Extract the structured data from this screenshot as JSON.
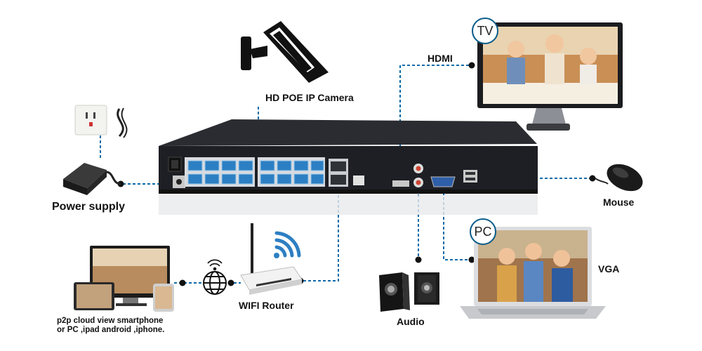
{
  "labels": {
    "camera": "HD POE IP Camera",
    "hdmi": "HDMI",
    "tv_badge": "TV",
    "power": "Power supply",
    "mouse": "Mouse",
    "pc_badge": "PC",
    "vga": "VGA",
    "router": "WIFI Router",
    "audio": "Audio",
    "p2p_line1": "p2p cloud view smartphone",
    "p2p_line2": "or PC ,ipad android ,iphone."
  },
  "colors": {
    "connector_line": "#0b6aa8",
    "badge_border": "#0a5c8a",
    "nvr_body": "#1d1f24",
    "port_blue": "#2c7fc3"
  },
  "icons": [
    "camera-icon",
    "globe-icon",
    "wifi-icon",
    "mouse-icon",
    "power-outlet-icon",
    "power-adapter-icon",
    "tv-icon",
    "laptop-icon",
    "speakers-icon",
    "router-icon",
    "devices-icon"
  ]
}
